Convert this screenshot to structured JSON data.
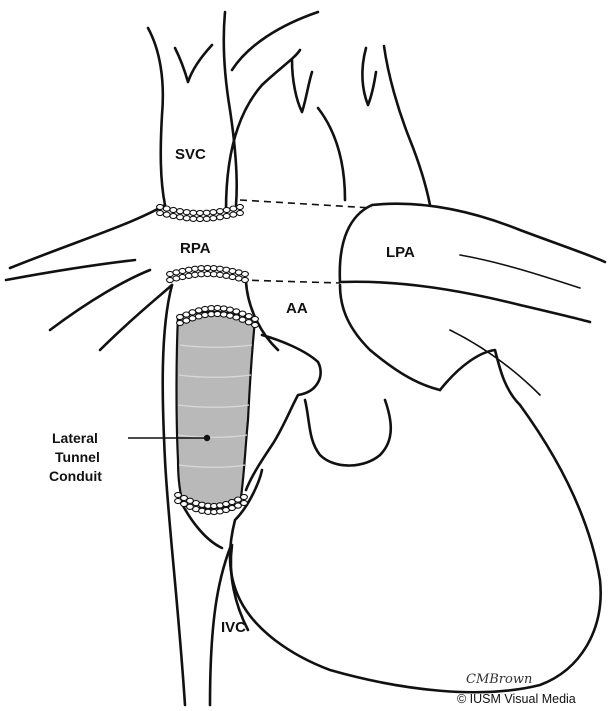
{
  "labels": {
    "svc": "SVC",
    "rpa": "RPA",
    "lpa": "LPA",
    "aa": "AA",
    "ivc": "IVC",
    "conduit_line1": "Lateral",
    "conduit_line2": "Tunnel",
    "conduit_line3": "Conduit"
  },
  "signature": "CMBrown",
  "copyright": "© IUSM Visual Media",
  "colors": {
    "line": "#111111",
    "conduit_fill": "#b9b9b9",
    "background": "#ffffff"
  }
}
